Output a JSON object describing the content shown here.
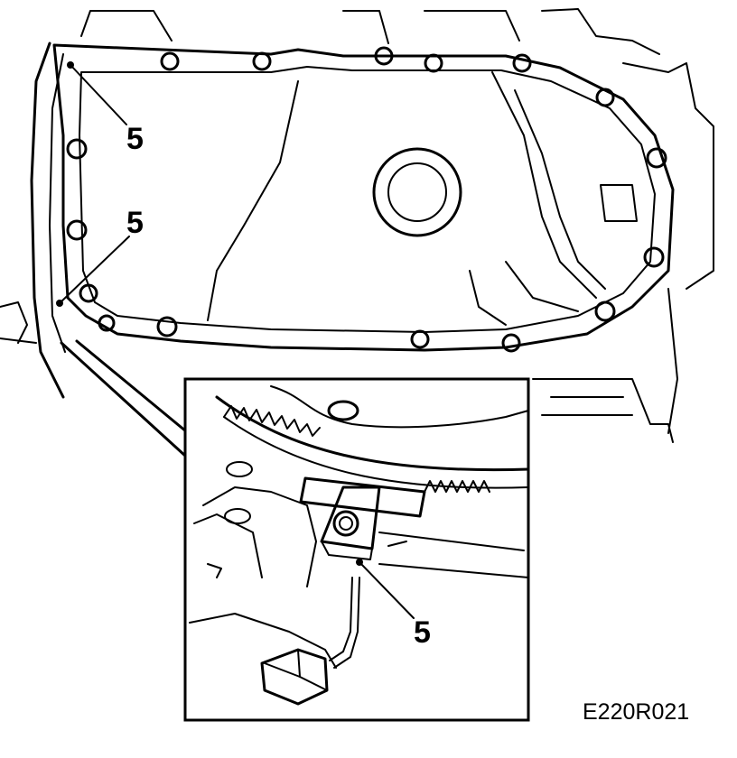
{
  "callouts": [
    {
      "label": "5"
    },
    {
      "label": "5"
    },
    {
      "label": "5"
    }
  ],
  "figure_code": "E220R021"
}
